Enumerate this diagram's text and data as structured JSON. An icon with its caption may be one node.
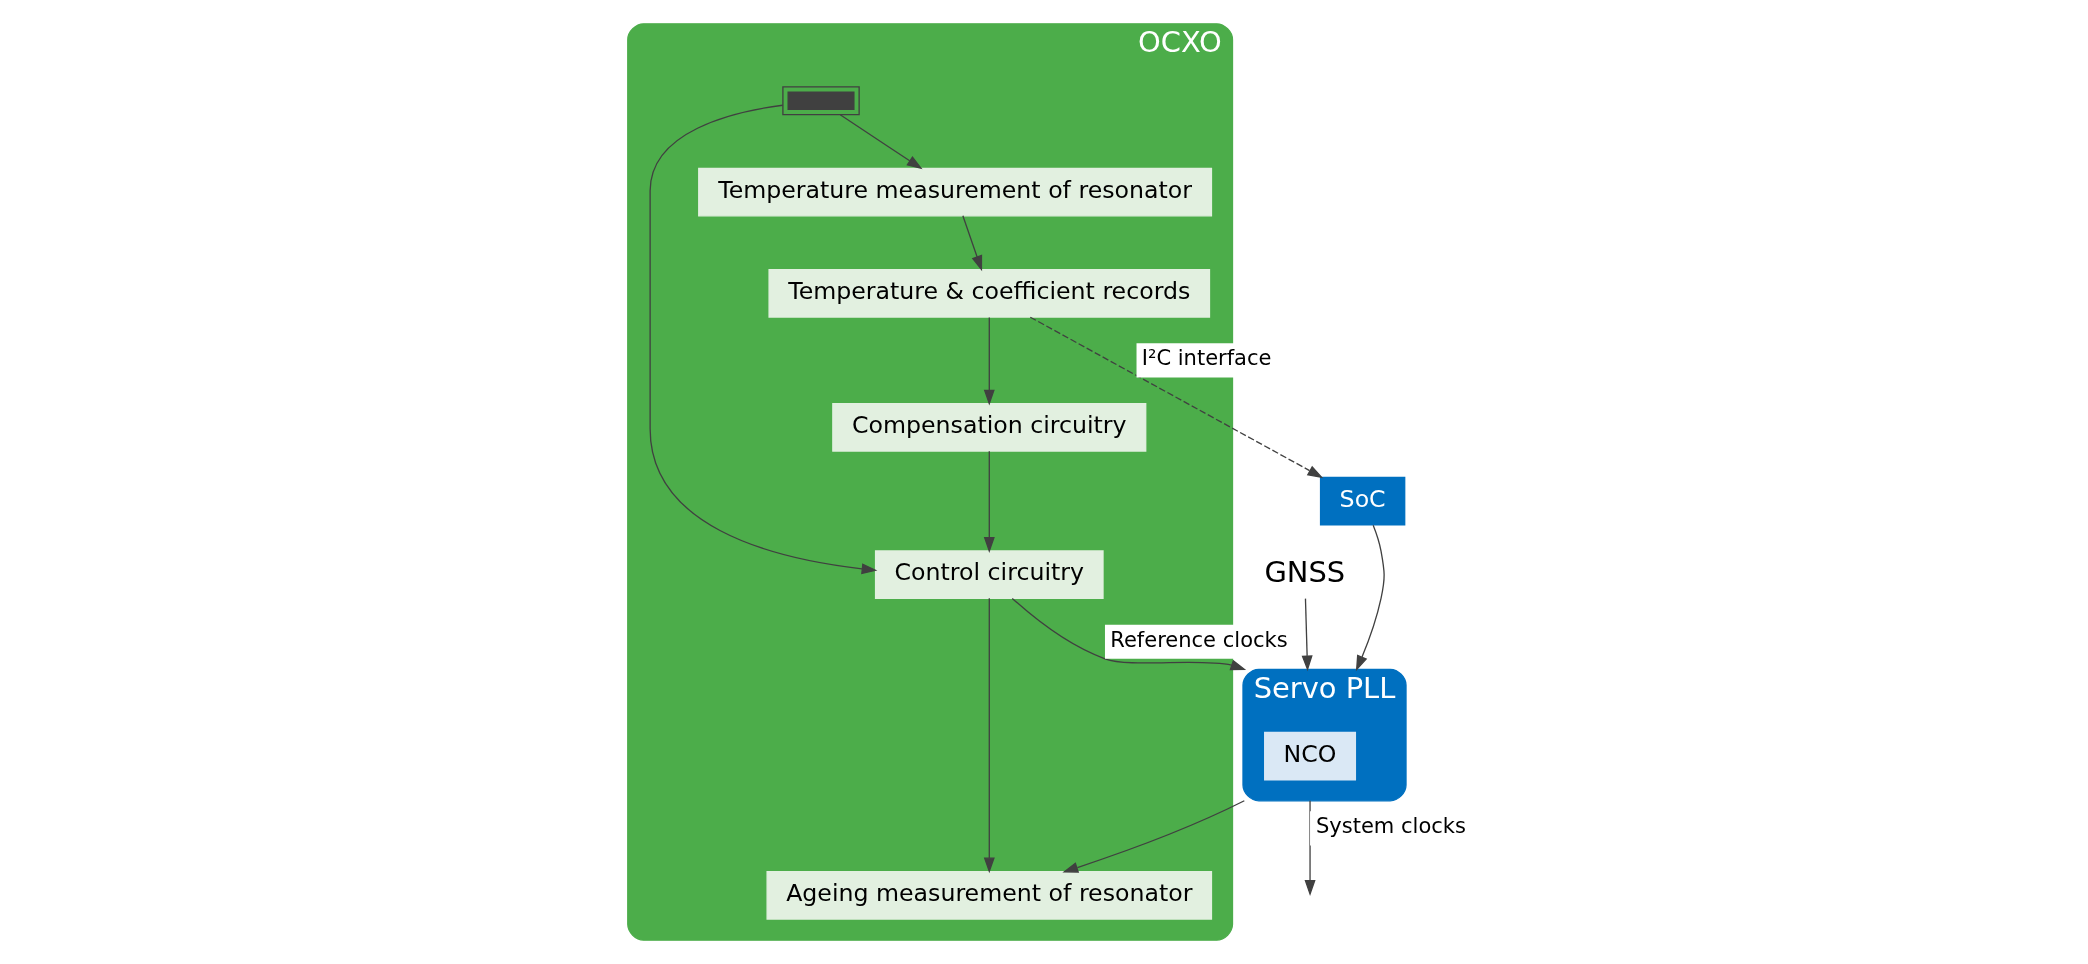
{
  "diagram": {
    "nodes": [
      {
        "text": [
          "GNSS"
        ]
      },
      {
        "text": [
          "Servo PLL"
        ]
      },
      {
        "text": [
          "NCO"
        ],
        "in": 1
      },
      {
        "text": [
          "SoC"
        ]
      },
      {
        "text": [
          "OCXO"
        ]
      },
      {
        "text": [
          "Control circuitry"
        ],
        "in": 4
      },
      {
        "text": [
          "Compensation circuitry"
        ],
        "in": 4
      },
      {
        "text": [
          "Ageing measurement of resonator"
        ],
        "in": 4
      },
      {
        "text": [],
        "shape": "crystal",
        "in": 4
      },
      {
        "text": [
          "Temperature & coefficient records"
        ],
        "in": 4
      },
      {
        "text": [
          "Temperature measurement of resonator"
        ],
        "in": 4
      }
    ],
    "edges": [
      {
        "from": 0,
        "to": 1,
        "arrow": "to"
      },
      {
        "from": 3,
        "to": 1,
        "arrow": "to"
      },
      {
        "from": 1,
        "to": null,
        "arrow": "to",
        "label": "System clocks"
      },
      {
        "from": 1,
        "to": 7,
        "arrow": "to"
      },
      {
        "from": 5,
        "to": 1,
        "arrow": "to",
        "label": "Reference clocks"
      },
      {
        "from": 8,
        "to": 5,
        "arrow": "to"
      },
      {
        "from": 8,
        "to": 10,
        "arrow": "to"
      },
      {
        "from": 5,
        "to": 7,
        "arrow": "to"
      },
      {
        "from": 6,
        "to": 5,
        "arrow": "to"
      },
      {
        "from": 9,
        "to": 6,
        "arrow": "to"
      },
      {
        "from": 10,
        "to": 9,
        "arrow": "to"
      },
      {
        "from": 9,
        "to": 3,
        "arrow": "to",
        "style": "dashed",
        "label": "I²C interface"
      }
    ]
  }
}
